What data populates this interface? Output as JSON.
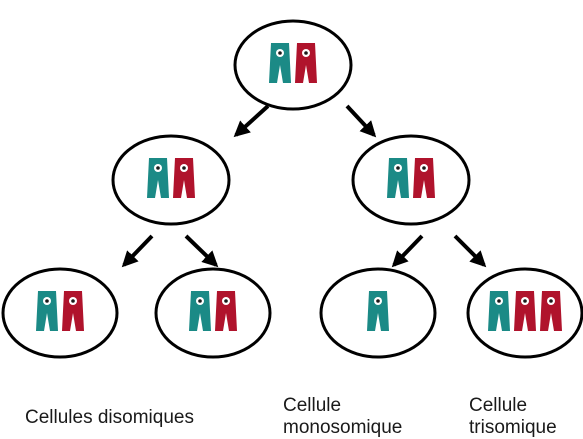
{
  "colors": {
    "chromosome_teal": "#1b8a86",
    "chromosome_red": "#b0132c",
    "outline": "#000000",
    "background": "#ffffff"
  },
  "cells": [
    {
      "id": "parent",
      "chromosomes": [
        "teal",
        "red"
      ]
    },
    {
      "id": "daughter-left",
      "chromosomes": [
        "teal",
        "red"
      ]
    },
    {
      "id": "daughter-right",
      "chromosomes": [
        "teal",
        "red"
      ]
    },
    {
      "id": "gamete-1",
      "chromosomes": [
        "teal",
        "red"
      ]
    },
    {
      "id": "gamete-2",
      "chromosomes": [
        "teal",
        "red"
      ]
    },
    {
      "id": "gamete-3",
      "chromosomes": [
        "teal"
      ]
    },
    {
      "id": "gamete-4",
      "chromosomes": [
        "teal",
        "red",
        "red"
      ]
    }
  ],
  "captions": {
    "disomic": "Cellules disomiques",
    "monosomic_line1": "Cellule",
    "monosomic_line2": "monosomique",
    "trisomic_line1": "Cellule",
    "trisomic_line2": "trisomique"
  }
}
